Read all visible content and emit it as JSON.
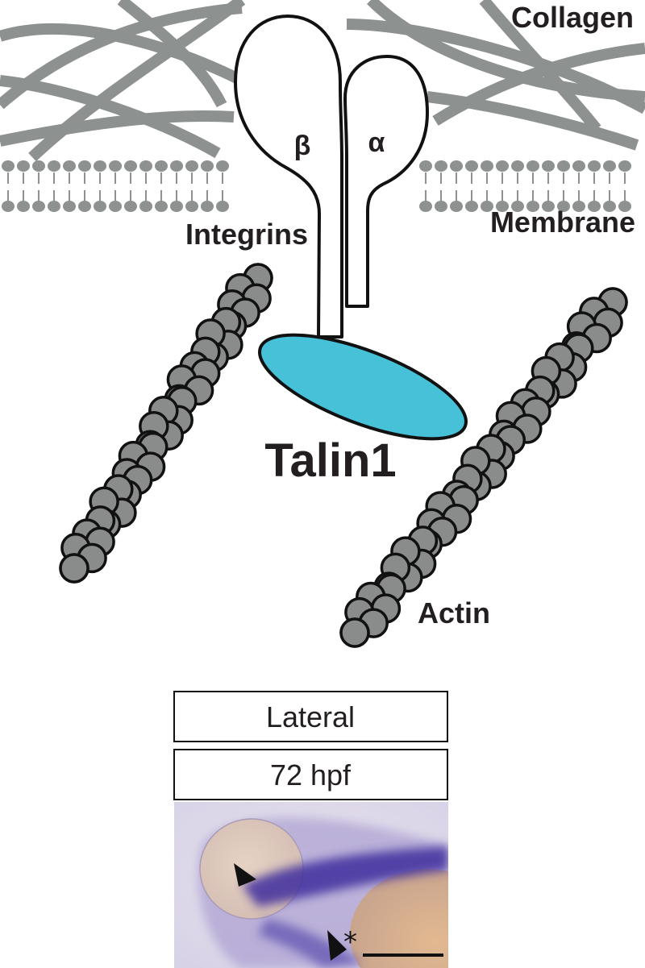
{
  "labels": {
    "collagen": "Collagen",
    "membrane": "Membrane",
    "integrins": "Integrins",
    "beta": "β",
    "alpha": "α",
    "talin": "Talin1",
    "actin": "Actin"
  },
  "panel": {
    "view": "Lateral",
    "stage": "72 hpf",
    "asterisk": "*"
  },
  "colors": {
    "collagen": "#8d918f",
    "membrane": "#8d918f",
    "actin_bead": "#8a8c8b",
    "actin_outline": "#111111",
    "talin": "#46c1d8",
    "integrin_fill": "#ffffff",
    "text": "#231f20",
    "stain": "#4b3da8"
  }
}
